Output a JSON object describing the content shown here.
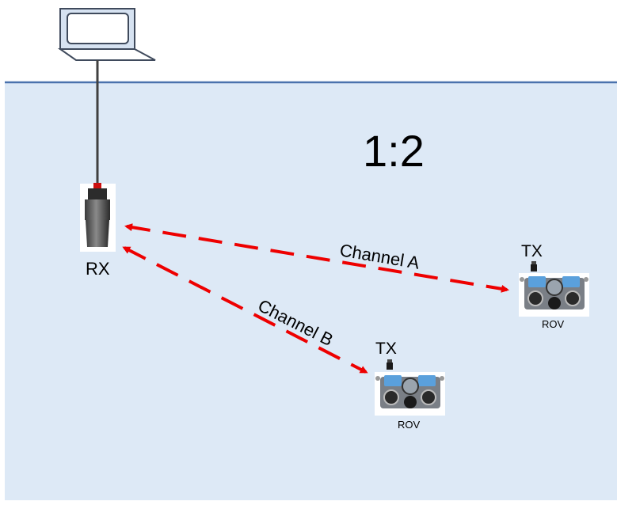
{
  "ratio": "1:2",
  "receiver": {
    "label": "RX"
  },
  "channels": [
    {
      "label": "Channel A",
      "color": "#ee0000"
    },
    {
      "label": "Channel B",
      "color": "#ee0000"
    }
  ],
  "vehicles": [
    {
      "tx_label": "TX",
      "name": "ROV"
    },
    {
      "tx_label": "TX",
      "name": "ROV"
    }
  ],
  "colors": {
    "water": "#dde9f6",
    "surface_line": "#4a72ad",
    "arrow": "#ee0000",
    "rov_blue": "#5aa0dc"
  },
  "icons": [
    "laptop-icon",
    "hydrophone-icon",
    "rov-icon"
  ]
}
